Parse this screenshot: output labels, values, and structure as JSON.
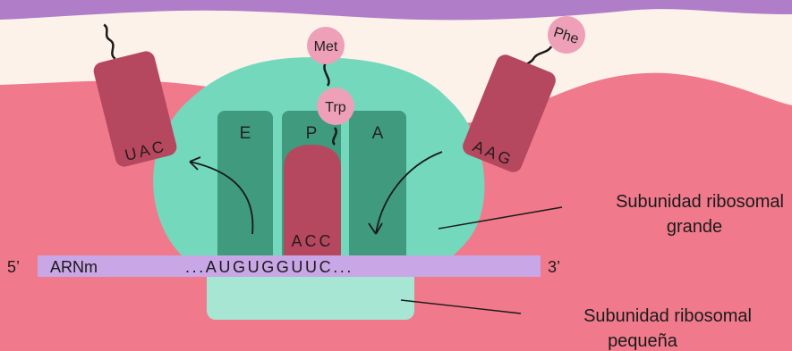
{
  "colors": {
    "background": "#fdf2e9",
    "top_wave": "#b07ec8",
    "pink_field": "#f07a8c",
    "large_subunit": "#74d9bc",
    "small_subunit": "#a6e6d2",
    "site_slot": "#3f9a7e",
    "trna_body": "#b5485f",
    "amino_acid": "#eda0b8",
    "mrna_strip": "#c9a6e6"
  },
  "amino_acids": {
    "met": "Met",
    "trp": "Trp",
    "phe": "Phe"
  },
  "sites": {
    "e": "E",
    "p": "P",
    "a": "A"
  },
  "anticodons": {
    "exiting": "UAC",
    "p_site": "ACC",
    "incoming": "AAG"
  },
  "mrna": {
    "five_prime": "5’",
    "label": "ARNm",
    "sequence": "...AUGUGGUUC...",
    "three_prime": "3’"
  },
  "labels": {
    "large_subunit_line1": "Subunidad ribosomal",
    "large_subunit_line2": "grande",
    "small_subunit_line1": "Subunidad ribosomal",
    "small_subunit_line2": "pequeña"
  }
}
